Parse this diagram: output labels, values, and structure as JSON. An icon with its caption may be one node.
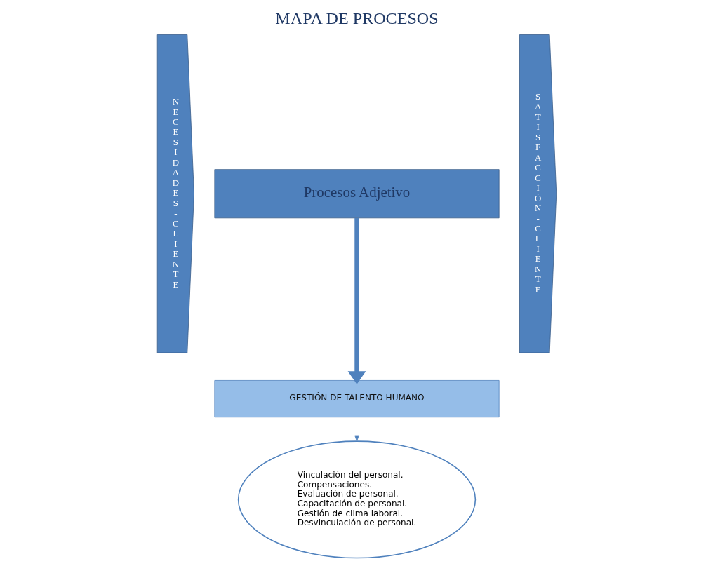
{
  "diagram": {
    "title": "MAPA DE PROCESOS",
    "nodes": [
      {
        "text": [
          "N E C E S I D A D E S - C L I E N T E"
        ]
      },
      {
        "text": [
          "Procesos Adjetivo"
        ]
      },
      {
        "text": [
          "GESTIÓN DE TALENTO HUMANO"
        ]
      },
      {
        "text": [
          "Vinculación del personal.",
          "Compensaciones.",
          "Evaluación de personal.",
          "Capacitación de personal.",
          "Gestión de clima laboral.",
          "Desvinculación de personal."
        ]
      },
      {
        "text": [
          "S A T I S F A C C I Ó N - C L I E N T E"
        ]
      }
    ],
    "edges": [
      {
        "from": 1,
        "to": 2,
        "arrow": "to",
        "style": "thick"
      },
      {
        "from": 2,
        "to": 3,
        "arrow": "to"
      }
    ]
  }
}
